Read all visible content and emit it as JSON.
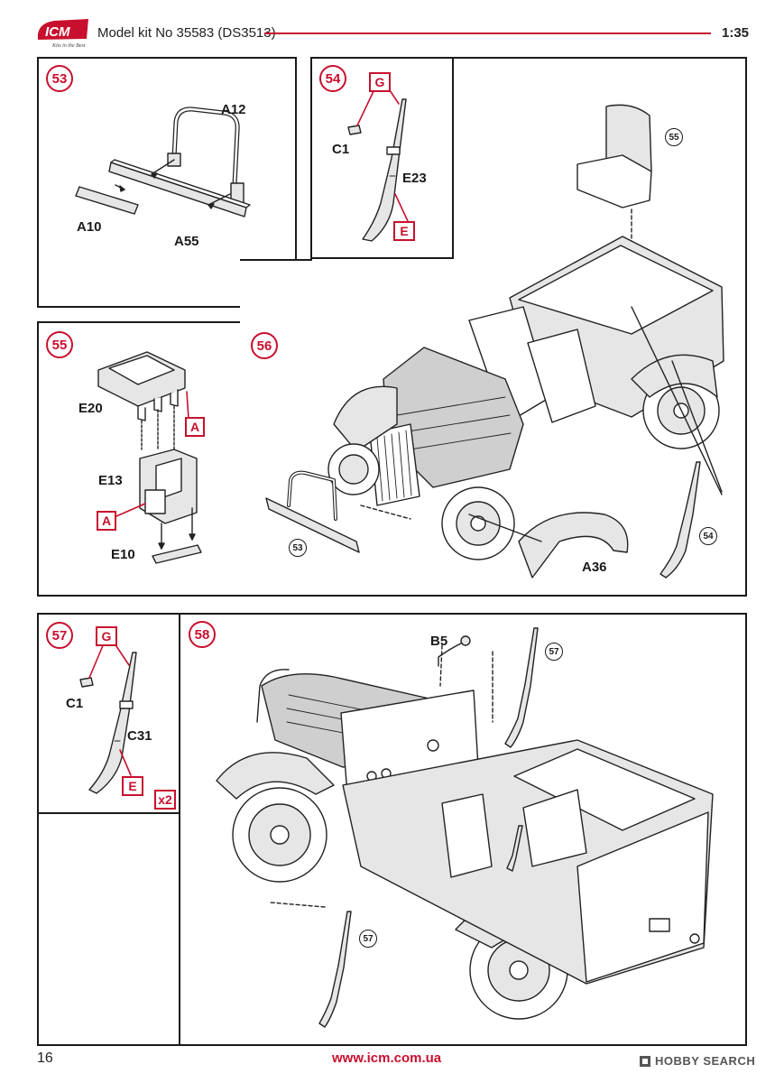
{
  "header": {
    "logo": "ICM",
    "logo_tagline": "Kits in the Best",
    "model_kit": "Model kit No 35583 (DS3513)",
    "scale": "1:35"
  },
  "steps": {
    "s53": {
      "number": "53",
      "parts": {
        "a12": "A12",
        "a10": "A10",
        "a55": "A55"
      }
    },
    "s54": {
      "number": "54",
      "parts": {
        "g": "G",
        "c1": "C1",
        "e23": "E23",
        "e": "E"
      }
    },
    "s55": {
      "number": "55",
      "parts": {
        "e20": "E20",
        "a_top": "A",
        "e13": "E13",
        "a_bottom": "A",
        "e10": "E10"
      }
    },
    "s56": {
      "number": "56",
      "refs": {
        "r55": "55",
        "r53": "53",
        "r54": "54"
      },
      "parts": {
        "a36": "A36"
      }
    },
    "s57": {
      "number": "57",
      "parts": {
        "g": "G",
        "c1": "C1",
        "c31": "C31",
        "e": "E",
        "qty": "x2"
      }
    },
    "s58": {
      "number": "58",
      "parts": {
        "b5": "B5"
      },
      "refs": {
        "r57a": "57",
        "r57b": "57"
      }
    }
  },
  "footer": {
    "page_number": "16",
    "website": "www.icm.com.ua",
    "watermark": "HOBBY SEARCH"
  },
  "colors": {
    "accent": "#c8102e",
    "ink": "#1a1a1a"
  }
}
